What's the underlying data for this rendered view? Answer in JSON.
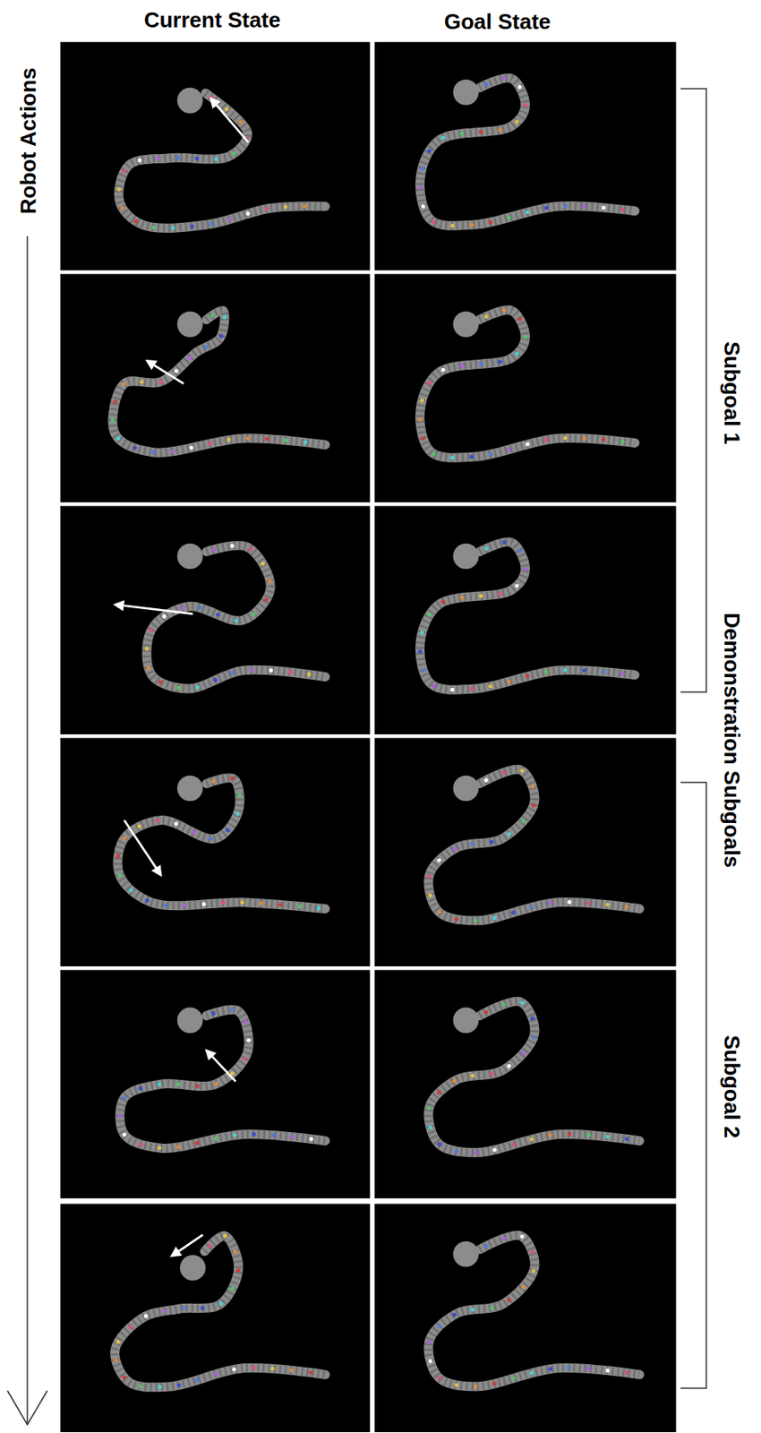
{
  "diagram": {
    "labels": [
      "Current State",
      "Goal State",
      "Robot Actions",
      "Subgoal 1",
      "Demonstration Subgoals",
      "Subgoal 2"
    ]
  }
}
